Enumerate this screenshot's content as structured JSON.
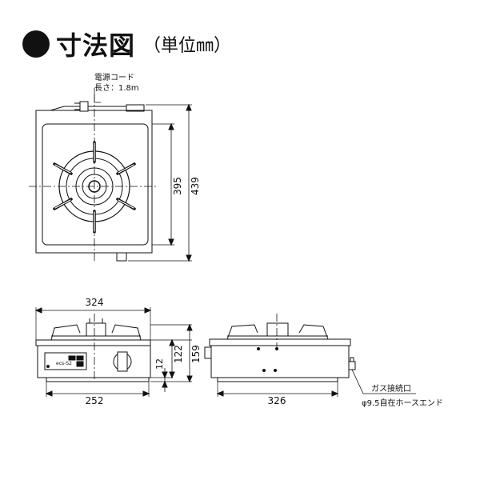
{
  "title": {
    "main": "寸法図",
    "unit": "（単位㎜）"
  },
  "labels": {
    "power_cord": "電源コード",
    "cord_length": "長さ：1.8m",
    "depth_inner": "395",
    "depth_outer": "439",
    "width_top": "324",
    "height_body": "122",
    "height_total": "159",
    "height_feet": "12",
    "width_bottom": "252",
    "side_width": "326",
    "gas_inlet": "ガス接続口",
    "hose_end": "φ9.5自在ホースエンド"
  },
  "panel": {
    "badge": "ecs-S2"
  }
}
